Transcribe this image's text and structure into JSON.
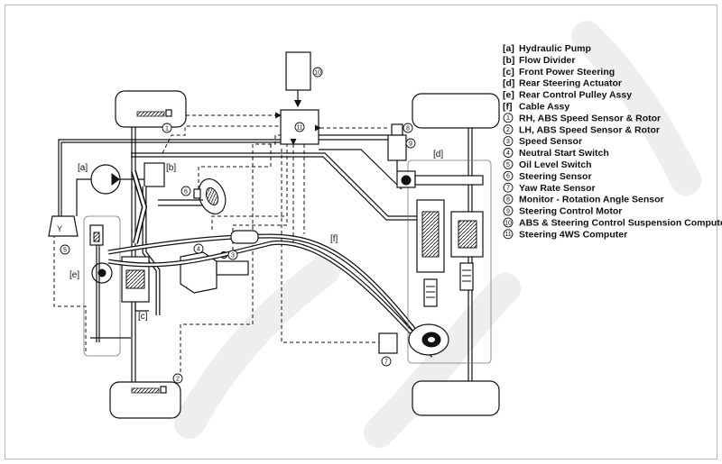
{
  "legend": {
    "letter_items": [
      {
        "key": "a",
        "label": "Hydraulic Pump"
      },
      {
        "key": "b",
        "label": "Flow Divider"
      },
      {
        "key": "c",
        "label": "Front Power Steering"
      },
      {
        "key": "d",
        "label": "Rear Steering Actuator"
      },
      {
        "key": "e",
        "label": "Rear Control Pulley Assy"
      },
      {
        "key": "f",
        "label": "Cable Assy"
      }
    ],
    "number_items": [
      {
        "key": "1",
        "label": "RH, ABS Speed Sensor & Rotor"
      },
      {
        "key": "2",
        "label": "LH, ABS Speed Sensor & Rotor"
      },
      {
        "key": "3",
        "label": "Speed Sensor"
      },
      {
        "key": "4",
        "label": "Neutral Start Switch"
      },
      {
        "key": "5",
        "label": "Oil Level Switch"
      },
      {
        "key": "6",
        "label": "Steering Sensor"
      },
      {
        "key": "7",
        "label": "Yaw Rate Sensor"
      },
      {
        "key": "8",
        "label": "Monitor - Rotation Angle Sensor"
      },
      {
        "key": "9",
        "label": "Steering Control Motor"
      },
      {
        "key": "10",
        "label": "ABS & Steering Control Suspension Computer"
      },
      {
        "key": "11",
        "label": "Steering 4WS Computer"
      }
    ]
  },
  "tags": {
    "a": "[a]",
    "b": "[b]",
    "c": "[c]",
    "d": "[d]",
    "e": "[e]",
    "f": "[f]"
  },
  "markers": {
    "n1": "1",
    "n2": "2",
    "n3": "3",
    "n4": "4",
    "n5": "5",
    "n6": "6",
    "n7": "7",
    "n8": "8",
    "n9": "9",
    "n10": "10",
    "n11": "11"
  },
  "colors": {
    "line": "#111111",
    "watermark": "#eeeeee",
    "frame": "#b8b8b8"
  }
}
